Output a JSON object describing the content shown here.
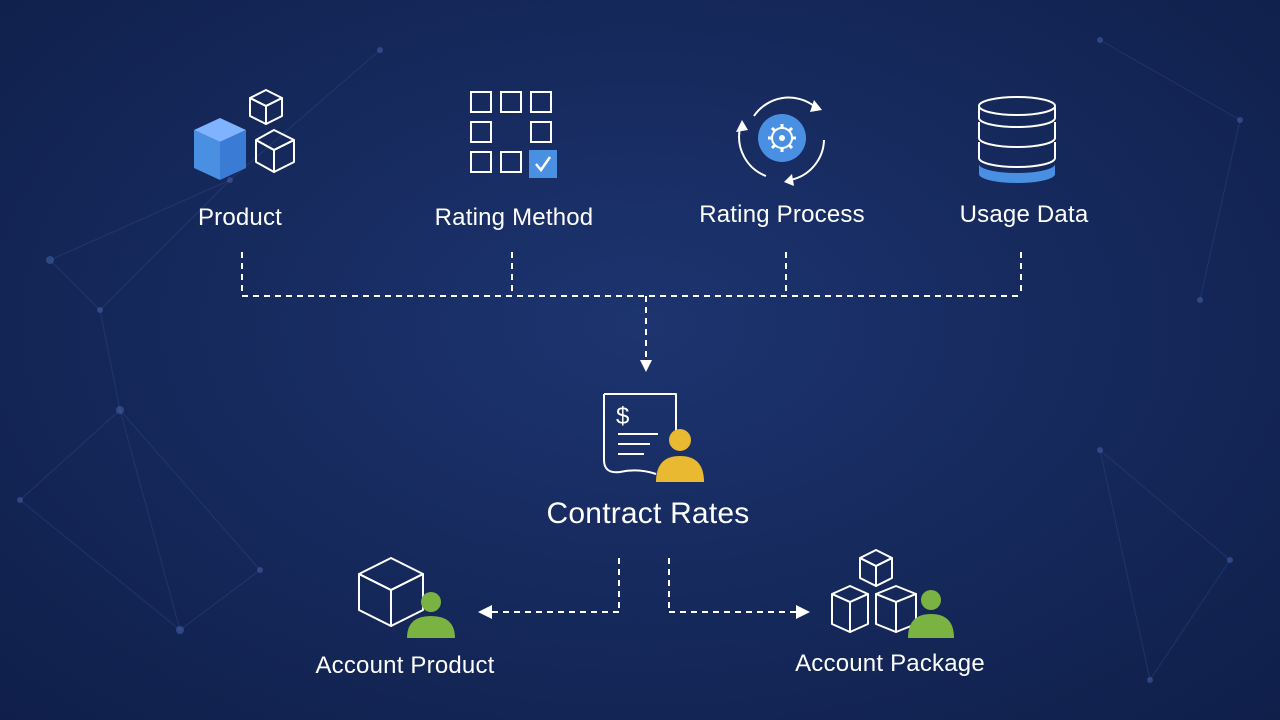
{
  "diagram": {
    "sources": [
      {
        "label": "Product",
        "icon": "cubes-icon"
      },
      {
        "label": "Rating Method",
        "icon": "checklist-grid-icon"
      },
      {
        "label": "Rating Process",
        "icon": "gear-cycle-icon"
      },
      {
        "label": "Usage Data",
        "icon": "database-icon"
      }
    ],
    "center": {
      "label": "Contract Rates",
      "icon": "contract-person-icon"
    },
    "outputs": [
      {
        "label": "Account Product",
        "icon": "cube-person-icon"
      },
      {
        "label": "Account Package",
        "icon": "cubes-person-icon"
      }
    ],
    "colors": {
      "background": "#15285a",
      "accent_blue": "#4a90e2",
      "person_yellow": "#e8b931",
      "person_green": "#7bb342",
      "line": "#ffffff"
    }
  }
}
